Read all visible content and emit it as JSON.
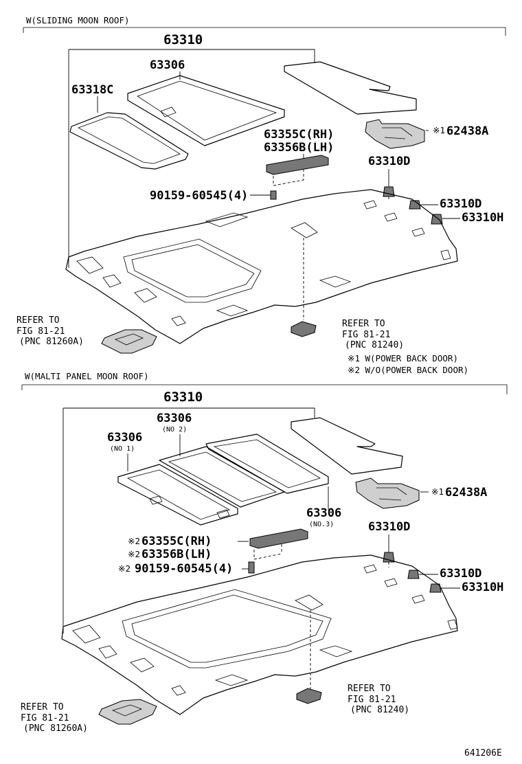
{
  "sections": [
    {
      "header": "W(SLIDING MOON ROOF)",
      "parts": {
        "p63310": "63310",
        "p63306": "63306",
        "p63318c": "63318C",
        "p63355c": "63355C(RH)",
        "p63356b": "63356B(LH)",
        "p62438a": "62438A",
        "p63310d_a": "63310D",
        "p63310d_b": "63310D",
        "p63310h": "63310H",
        "p90159": "90159-60545(4)"
      },
      "marks": {
        "m62438a": "※1"
      },
      "refs": [
        {
          "l1": "REFER TO",
          "l2": "FIG 81-21",
          "l3": "(PNC 81260A)"
        },
        {
          "l1": "REFER TO",
          "l2": "FIG 81-21",
          "l3": "(PNC 81240)"
        }
      ]
    },
    {
      "header": "W(MALTI PANEL MOON ROOF)",
      "parts": {
        "p63310": "63310",
        "p63306_no2": "63306",
        "p63306_no1": "63306",
        "p63306_no3": "63306",
        "p63355c": "63355C(RH)",
        "p63356b": "63356B(LH)",
        "p62438a": "62438A",
        "p63310d_a": "63310D",
        "p63310d_b": "63310D",
        "p63310h": "63310H",
        "p90159": "90159-60545(4)"
      },
      "subs": {
        "no1": "(NO 1)",
        "no2": "(NO 2)",
        "no3": "(NO.3)"
      },
      "marks": {
        "m62438a": "※1",
        "m63355c": "※2",
        "m63356b": "※2",
        "m90159": "※2"
      },
      "refs": [
        {
          "l1": "REFER TO",
          "l2": "FIG 81-21",
          "l3": "(PNC 81260A)"
        },
        {
          "l1": "REFER TO",
          "l2": "FIG 81-21",
          "l3": "(PNC 81240)"
        }
      ]
    }
  ],
  "notes": [
    "※1 W(POWER BACK DOOR)",
    "※2 W/O(POWER BACK DOOR)"
  ],
  "figure_code": "641206E"
}
